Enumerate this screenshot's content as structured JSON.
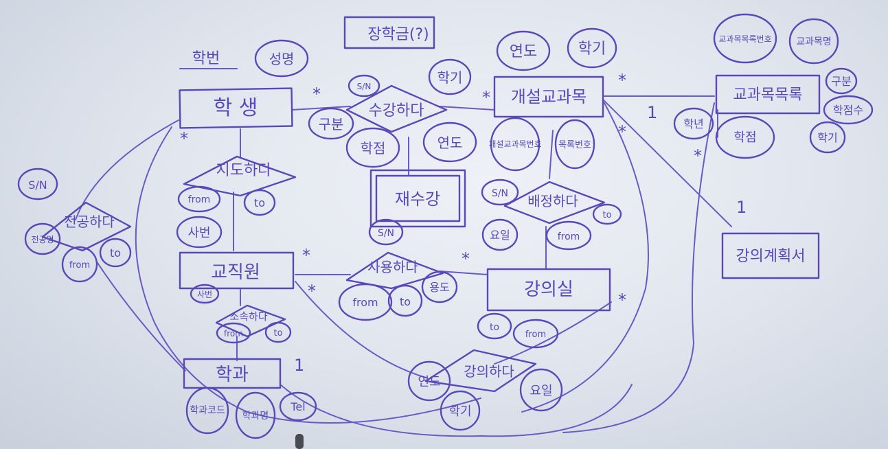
{
  "colors": {
    "ink": "#5a48b8",
    "board": "#e6eaf1"
  },
  "entities": {
    "student": "학 생",
    "faculty": "교직원",
    "department": "학과",
    "retake": "재수강",
    "offered_course": "개설교과목",
    "classroom": "강의실",
    "course_catalog": "교과목목록",
    "lecture_plan": "강의계획서",
    "scholarship": "장학금(?)"
  },
  "relationships": {
    "enroll": "수강하다",
    "advise": "지도하다",
    "major": "전공하다",
    "belong": "소속하다",
    "use": "사용하다",
    "assign": "배정하다",
    "lecture": "강의하다"
  },
  "attributes": {
    "student_id": "학번",
    "student_name": "성명",
    "enroll_category": "구분",
    "enroll_credit": "학점",
    "enroll_year": "연도",
    "enroll_semester": "학기",
    "enroll_sn": "S/N",
    "retake_sn": "S/N",
    "advise_from": "from",
    "advise_to": "to",
    "faculty_no": "사번",
    "faculty_id": "사번",
    "major_sn": "S/N",
    "major_name": "전공명",
    "major_from": "from",
    "major_to": "to",
    "belong_from": "from",
    "belong_to": "to",
    "dept_code": "학과코드",
    "dept_name": "학과명",
    "dept_tel": "Tel",
    "use_from": "from",
    "use_to": "to",
    "use_purpose": "용도",
    "course_year": "연도",
    "course_semester": "학기",
    "course_offer_no": "개설교과목번호",
    "course_catalog_no": "목록번호",
    "assign_sn": "S/N",
    "assign_day": "요일",
    "assign_from": "from",
    "assign_to": "to",
    "room_to": "to",
    "room_from": "from",
    "lecture_year": "연도",
    "lecture_semester": "학기",
    "lecture_day": "요일",
    "catalog_no": "교과목목록번호",
    "catalog_name": "교과목명",
    "catalog_category": "구분",
    "catalog_required": "학점수",
    "catalog_year": "학년",
    "catalog_semester": "학기",
    "catalog_credits": "학점"
  },
  "cardinality": {
    "many": "*",
    "one": "1"
  }
}
